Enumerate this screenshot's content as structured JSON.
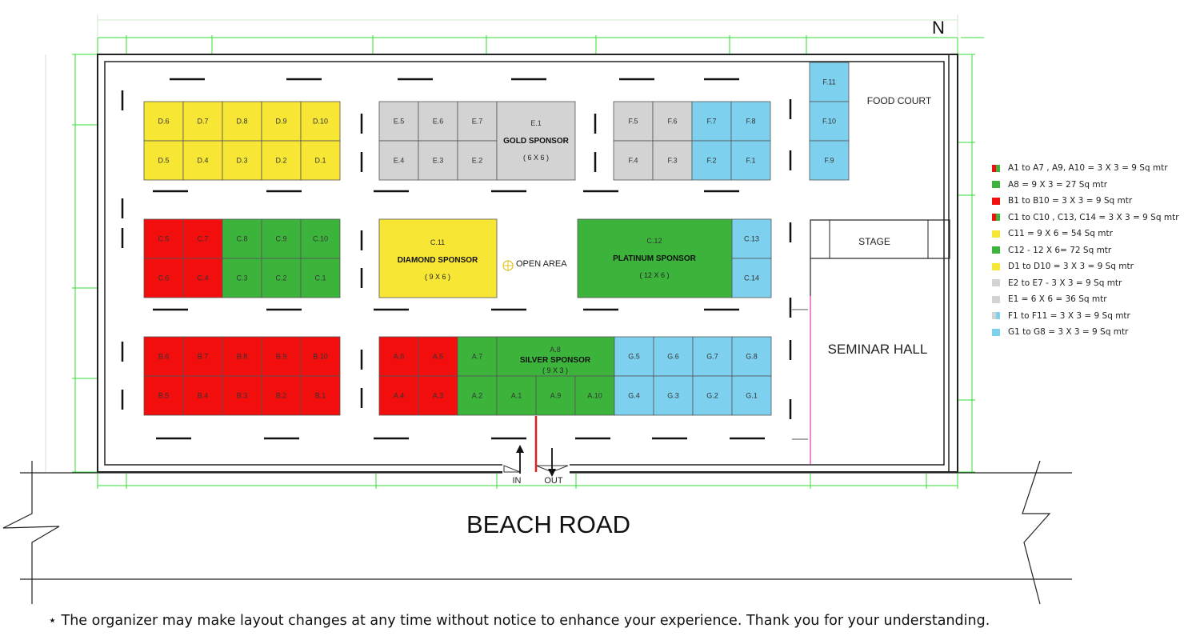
{
  "colors": {
    "yellow": "#f8e634",
    "gray": "#d3d3d3",
    "blue": "#7dd1ee",
    "red": "#f30e0e",
    "green": "#3cb43c",
    "dimension": "#33dd33",
    "entrance": "#e02020",
    "seminar_edge": "#ff66cc"
  },
  "plan": {
    "north": "N",
    "road": "BEACH ROAD",
    "food_court": "FOOD  COURT",
    "stage": "STAGE",
    "seminar_hall": "SEMINAR HALL",
    "open_area": "OPEN AREA",
    "entry_in": "IN",
    "entry_out": "OUT"
  },
  "booths": {
    "d_top": [
      "D.6",
      "D.7",
      "D.8",
      "D.9",
      "D.10"
    ],
    "d_bottom": [
      "D.5",
      "D.4",
      "D.3",
      "D.2",
      "D.1"
    ],
    "e_top": [
      "E.5",
      "E.6",
      "E.7"
    ],
    "e_bottom": [
      "E.4",
      "E.3",
      "E.2"
    ],
    "e1": {
      "id": "E.1",
      "title": "GOLD SPONSOR",
      "size": "( 6 X 6 )"
    },
    "f_top": [
      "F.5",
      "F.6",
      "F.7",
      "F.8"
    ],
    "f_bottom": [
      "F.4",
      "F.3",
      "F.2",
      "F.1"
    ],
    "f_column": [
      "F.11",
      "F.10",
      "F.9"
    ],
    "c_top": [
      "C.5",
      "C.7",
      "C.8",
      "C.9",
      "C.10"
    ],
    "c_bottom": [
      "C.6",
      "C.4",
      "C.3",
      "C.2",
      "C.1"
    ],
    "c11": {
      "id": "C.11",
      "title": "DIAMOND SPONSOR",
      "size": "( 9 X 6 )"
    },
    "c12": {
      "id": "C.12",
      "title": "PLATINUM SPONSOR",
      "size": "( 12 X 6 )"
    },
    "c_right": [
      "C.13",
      "C.14"
    ],
    "b_top": [
      "B.6",
      "B.7",
      "B.8",
      "B.9",
      "B.10"
    ],
    "b_bottom": [
      "B.5",
      "B.4",
      "B.3",
      "B.2",
      "B.1"
    ],
    "a_top_red": [
      "A.6",
      "A.5"
    ],
    "a_bottom_red": [
      "A.4",
      "A.3"
    ],
    "a7": "A.7",
    "a8": {
      "id": "A.8",
      "title": "SILVER SPONSOR",
      "size": "( 9 X 3 )"
    },
    "a_bottom_green": [
      "A.2",
      "A.1",
      "A.9",
      "A.10"
    ],
    "g_top": [
      "G.5",
      "G.6",
      "G.7",
      "G.8"
    ],
    "g_bottom": [
      "G.4",
      "G.3",
      "G.2",
      "G.1"
    ]
  },
  "legend": [
    {
      "text": "A1 to  A7 , A9, A10 = 3 X 3 = 9 Sq mtr",
      "swatch": [
        "red",
        "green"
      ]
    },
    {
      "text": "A8 = 9 X 3 = 27 Sq mtr",
      "swatch": [
        "green"
      ]
    },
    {
      "text": "B1 to  B10 = 3 X 3 = 9 Sq mtr",
      "swatch": [
        "red"
      ]
    },
    {
      "text": "C1 to  C10 , C13, C14 = 3 X 3 = 9 Sq mtr",
      "swatch": [
        "red",
        "green"
      ]
    },
    {
      "text": "C11 = 9 X 6 = 54 Sq mtr",
      "swatch": [
        "yellow"
      ]
    },
    {
      "text": "C12 - 12 X 6= 72 Sq mtr",
      "swatch": [
        "green"
      ]
    },
    {
      "text": "D1 to  D10 = 3 X 3 = 9 Sq mtr",
      "swatch": [
        "yellow"
      ]
    },
    {
      "text": "E2 to  E7 - 3 X 3 = 9 Sq mtr",
      "swatch": [
        "gray"
      ]
    },
    {
      "text": "E1 = 6 X 6 = 36 Sq mtr",
      "swatch": [
        "gray"
      ]
    },
    {
      "text": "F1 to  F11 = 3 X 3 = 9 Sq mtr",
      "swatch": [
        "gray",
        "blue"
      ]
    },
    {
      "text": "G1 to  G8 = 3 X 3 = 9 Sq mtr",
      "swatch": [
        "blue"
      ]
    }
  ],
  "footer_note": "⋆ The organizer may make layout changes at any time without notice to enhance your experience. Thank you for your understanding."
}
